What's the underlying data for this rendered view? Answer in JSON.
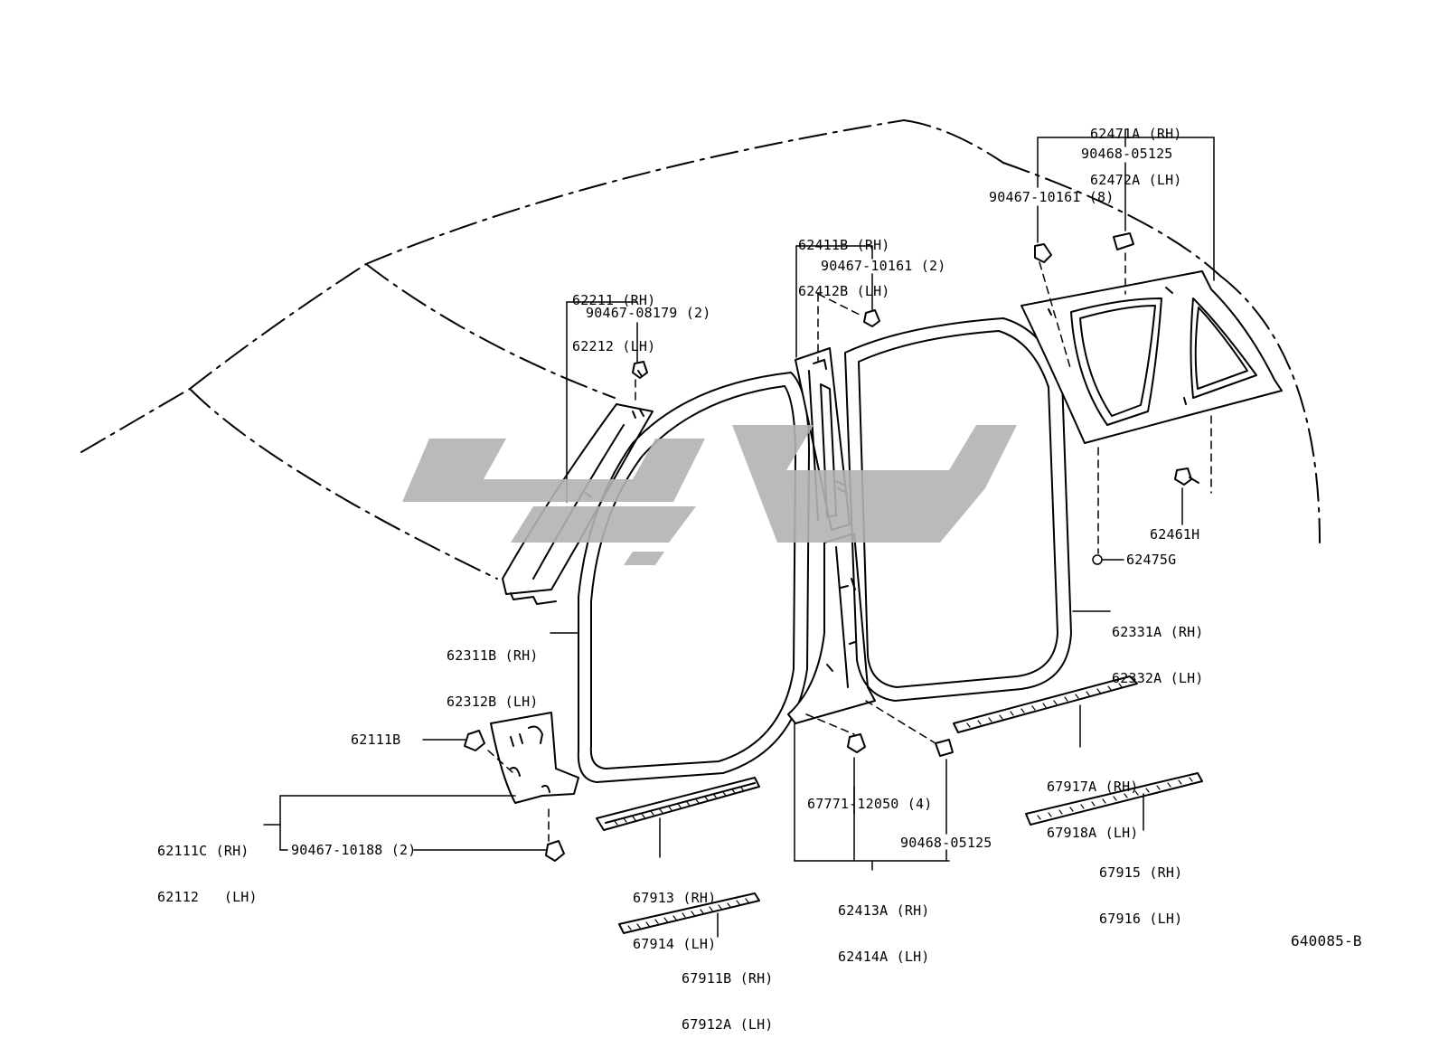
{
  "figure_code": "640085-B",
  "labels": {
    "p62471": [
      "62471A (RH)",
      "62472A (LH)"
    ],
    "p90468_top": "90468-05125",
    "p90467_10161_8": "90467-10161 (8)",
    "p62411": [
      "62411B (RH)",
      "62412B (LH)"
    ],
    "p90467_10161_2": "90467-10161 (2)",
    "p62211": [
      "62211 (RH)",
      "62212 (LH)"
    ],
    "p90467_08179": "90467-08179 (2)",
    "p62461H": "62461H",
    "p62475G": "62475G",
    "p62331": [
      "62331A (RH)",
      "62332A (LH)"
    ],
    "p62311": [
      "62311B (RH)",
      "62312B (LH)"
    ],
    "p62111B": "62111B",
    "p62111C": [
      "62111C (RH)",
      "62112   (LH)"
    ],
    "p90467_10188": "90467-10188 (2)",
    "p67917": [
      "67917A (RH)",
      "67918A (LH)"
    ],
    "p67771": "67771-12050 (4)",
    "p90468_bottom": "90468-05125",
    "p67913": [
      "67913 (RH)",
      "67914 (LH)"
    ],
    "p67915": [
      "67915 (RH)",
      "67916 (LH)"
    ],
    "p62413": [
      "62413A (RH)",
      "62414A (LH)"
    ],
    "p67911": [
      "67911B (RH)",
      "67912A (LH)"
    ]
  }
}
